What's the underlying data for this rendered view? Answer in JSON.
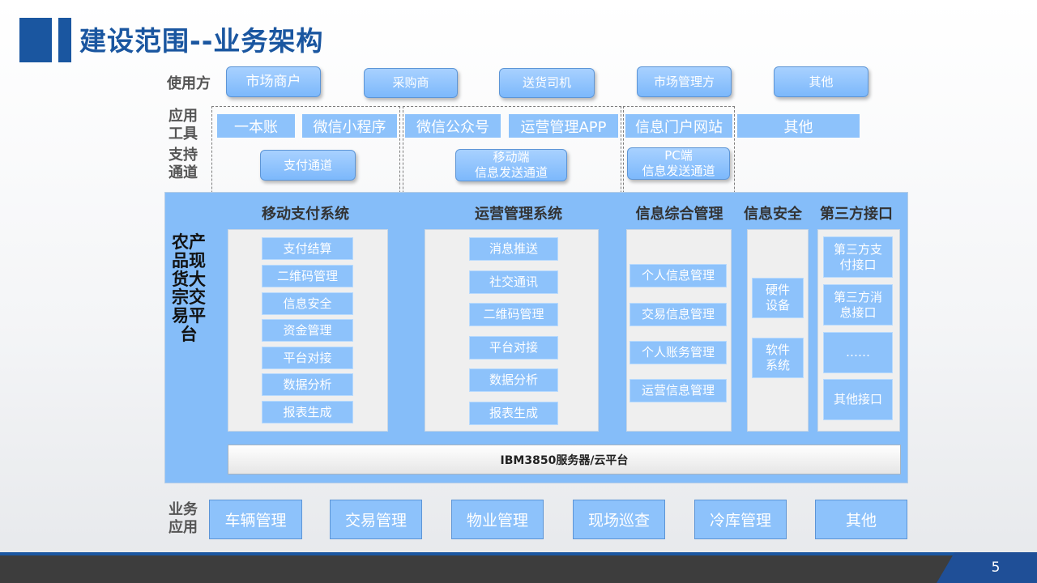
{
  "title": "建设范围--业务架构",
  "row_labels": {
    "users": "使用方",
    "tools": "应用\n工具",
    "channels": "支持\n通道",
    "business": "业务\n应用"
  },
  "users": [
    "市场商户",
    "采购商",
    "送货司机",
    "市场管理方",
    "其他"
  ],
  "tools": [
    "一本账",
    "微信小程序",
    "微信公众号",
    "运营管理APP",
    "信息门户网站",
    "其他"
  ],
  "channels": [
    "支付通道",
    "移动端\n信息发送通道",
    "PC端\n信息发送通道"
  ],
  "platform": {
    "label": "农产品现货大宗交易平台",
    "systems": [
      {
        "title": "移动支付系统",
        "items": [
          "支付结算",
          "二维码管理",
          "信息安全",
          "资金管理",
          "平台对接",
          "数据分析",
          "报表生成"
        ]
      },
      {
        "title": "运营管理系统",
        "items": [
          "消息推送",
          "社交通讯",
          "二维码管理",
          "平台对接",
          "数据分析",
          "报表生成"
        ]
      },
      {
        "title": "信息综合管理",
        "items": [
          "个人信息管理",
          "交易信息管理",
          "个人账务管理",
          "运营信息管理"
        ]
      },
      {
        "title": "信息安全",
        "items": [
          "硬件\n设备",
          "软件\n系统"
        ]
      },
      {
        "title": "第三方接口",
        "items": [
          "第三方支\n付接口",
          "第三方消\n息接口",
          "……",
          "其他接口"
        ]
      }
    ],
    "server": "IBM3850服务器/云平台"
  },
  "business": [
    "车辆管理",
    "交易管理",
    "物业管理",
    "现场巡查",
    "冷库管理",
    "其他"
  ],
  "page_number": "5",
  "colors": {
    "brand": "#1a56a0",
    "box": "#8dc2fb",
    "platform": "#85bdf9"
  }
}
